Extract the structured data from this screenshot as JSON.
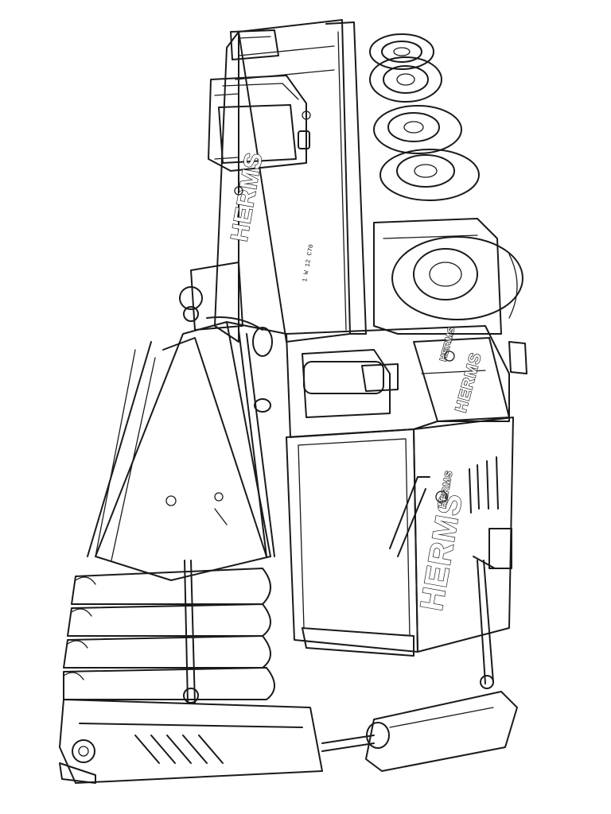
{
  "drawing": {
    "subject": "mobile crane truck coloring page",
    "line_color": "#1a1a1a",
    "background": "#ffffff",
    "markings": {
      "brand_top": "HERMS",
      "brand_cab_side": "HERMS",
      "brand_front": "HERMS",
      "brand_badge": "HERMS",
      "brand_small": "HERMS",
      "plate_text": "1 W 12 C70"
    }
  }
}
